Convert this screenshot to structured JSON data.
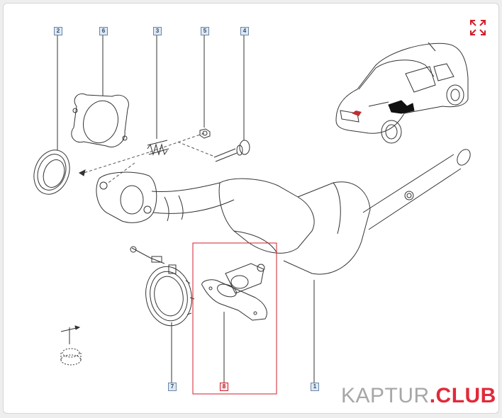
{
  "callouts": [
    {
      "label": "2",
      "active": false
    },
    {
      "label": "6",
      "active": false
    },
    {
      "label": "3",
      "active": false
    },
    {
      "label": "5",
      "active": false
    },
    {
      "label": "4",
      "active": false
    },
    {
      "label": "7",
      "active": false
    },
    {
      "label": "8",
      "active": true
    },
    {
      "label": "1",
      "active": false
    }
  ],
  "toolbar": {
    "expand_icon": "expand-arrows-icon"
  },
  "watermark": {
    "part1": "KAPTUR",
    "part2": ".CLUB"
  },
  "colors": {
    "accent": "#d21f2b",
    "callout_border": "#6a86a8",
    "callout_fill": "#dfe8f2",
    "line": "#333333",
    "watermark_gray": "#a7a7a7",
    "watermark_red": "#e02a3a"
  }
}
